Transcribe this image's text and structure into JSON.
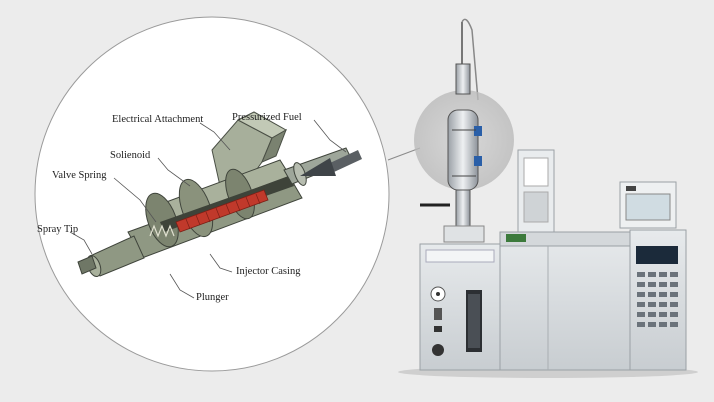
{
  "labels": {
    "electrical_attachment": "Electrical Attachment",
    "pressurized_fuel": "Pressurized Fuel",
    "solenoid": "Solienoid",
    "valve_spring": "Valve Spring",
    "spray_tip": "Spray Tip",
    "injector_casing": "Injector Casing",
    "plunger": "Plunger"
  },
  "colors": {
    "background": "#ececec",
    "callout_circle": "#ffffff",
    "injector_body": "#8f9883",
    "coil": "#c0392b",
    "magnifier": "#c4c4c4",
    "instrument_body": "#d9dde0"
  },
  "icons": [
    "fuel-flow-arrow-icon"
  ]
}
